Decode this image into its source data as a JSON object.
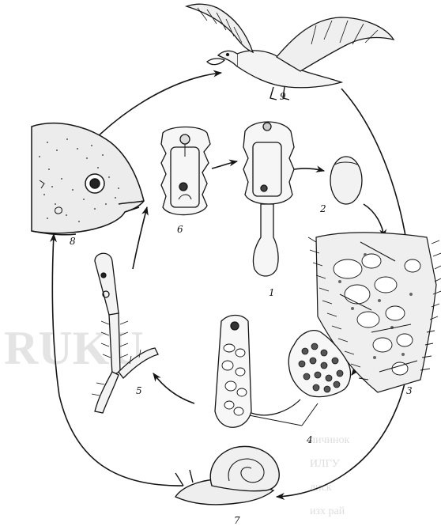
{
  "figure": {
    "labels": {
      "miracidium": "1",
      "egg": "2",
      "redia_in_snail_tissue": "3",
      "rediae": "4",
      "cercaria": "5",
      "metacercaria": "6",
      "snail": "7",
      "fish": "8",
      "bird": "9"
    },
    "background_text": {
      "big_word": "RUKU",
      "fragments": [
        "личинок",
        "ИЛГУ",
        "лиск",
        "изх рай"
      ]
    },
    "colors": {
      "ink": "#151515",
      "paper": "#ffffff",
      "ghost_text": "#cfcfcf"
    }
  }
}
